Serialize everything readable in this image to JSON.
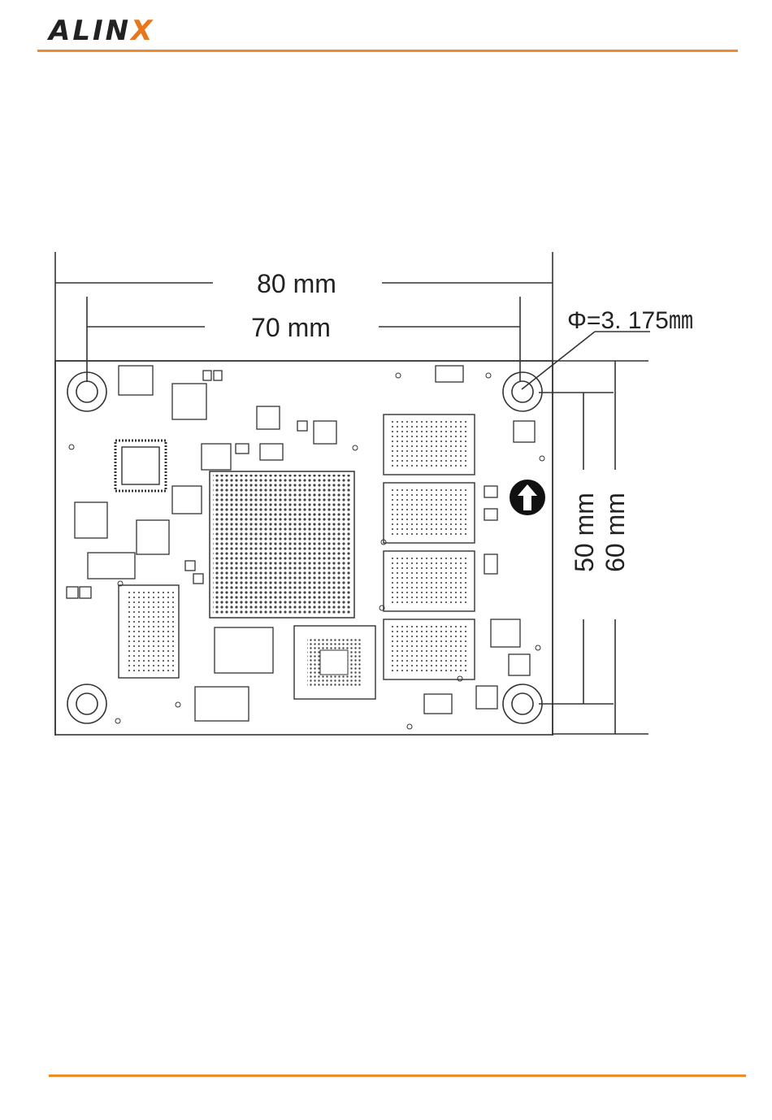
{
  "brand": {
    "prefix": "ALIN",
    "suffix": "X",
    "accent_color": "#e8761e",
    "rule_color": "#f08a2a"
  },
  "diagram": {
    "width_outer": "80 mm",
    "width_holes": "70 mm",
    "hole_diameter": "Φ=3. 175㎜",
    "height_holes": "50 mm",
    "height_outer": "60 mm"
  }
}
